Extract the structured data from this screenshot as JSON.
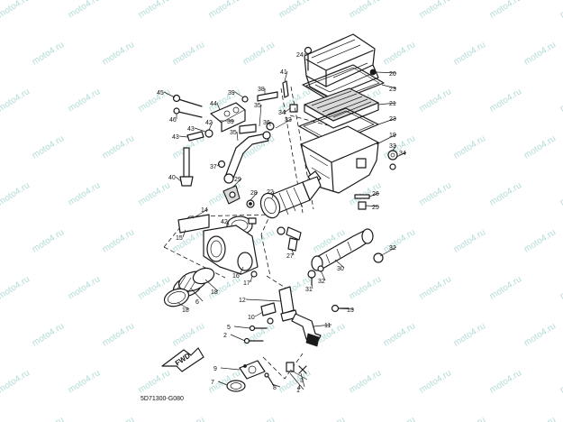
{
  "watermark": {
    "text": "moto4.ru",
    "color": "#b2dcd8"
  },
  "diagram_code": "5D71300-G080",
  "direction_label": "FWD",
  "callouts": [
    "1",
    "2",
    "3",
    "4",
    "5",
    "6",
    "7",
    "8",
    "9",
    "10",
    "11",
    "12",
    "13",
    "14",
    "15",
    "16",
    "17",
    "18",
    "19",
    "20",
    "21",
    "22",
    "23",
    "24",
    "25",
    "26",
    "27",
    "28",
    "29",
    "30",
    "31",
    "32",
    "33",
    "34",
    "35",
    "36",
    "37",
    "38",
    "39",
    "40",
    "41",
    "42",
    "43",
    "44",
    "45",
    "46"
  ],
  "callouts_repeated": [
    "18",
    "23",
    "32",
    "33",
    "35",
    "42",
    "43"
  ]
}
